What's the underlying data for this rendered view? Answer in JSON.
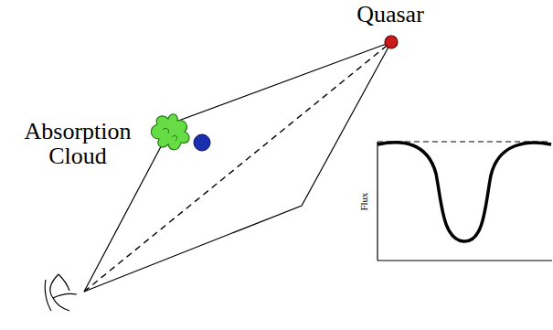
{
  "diagram": {
    "labels": [
      "Quasar",
      "Absorption Cloud",
      "Flux"
    ]
  }
}
